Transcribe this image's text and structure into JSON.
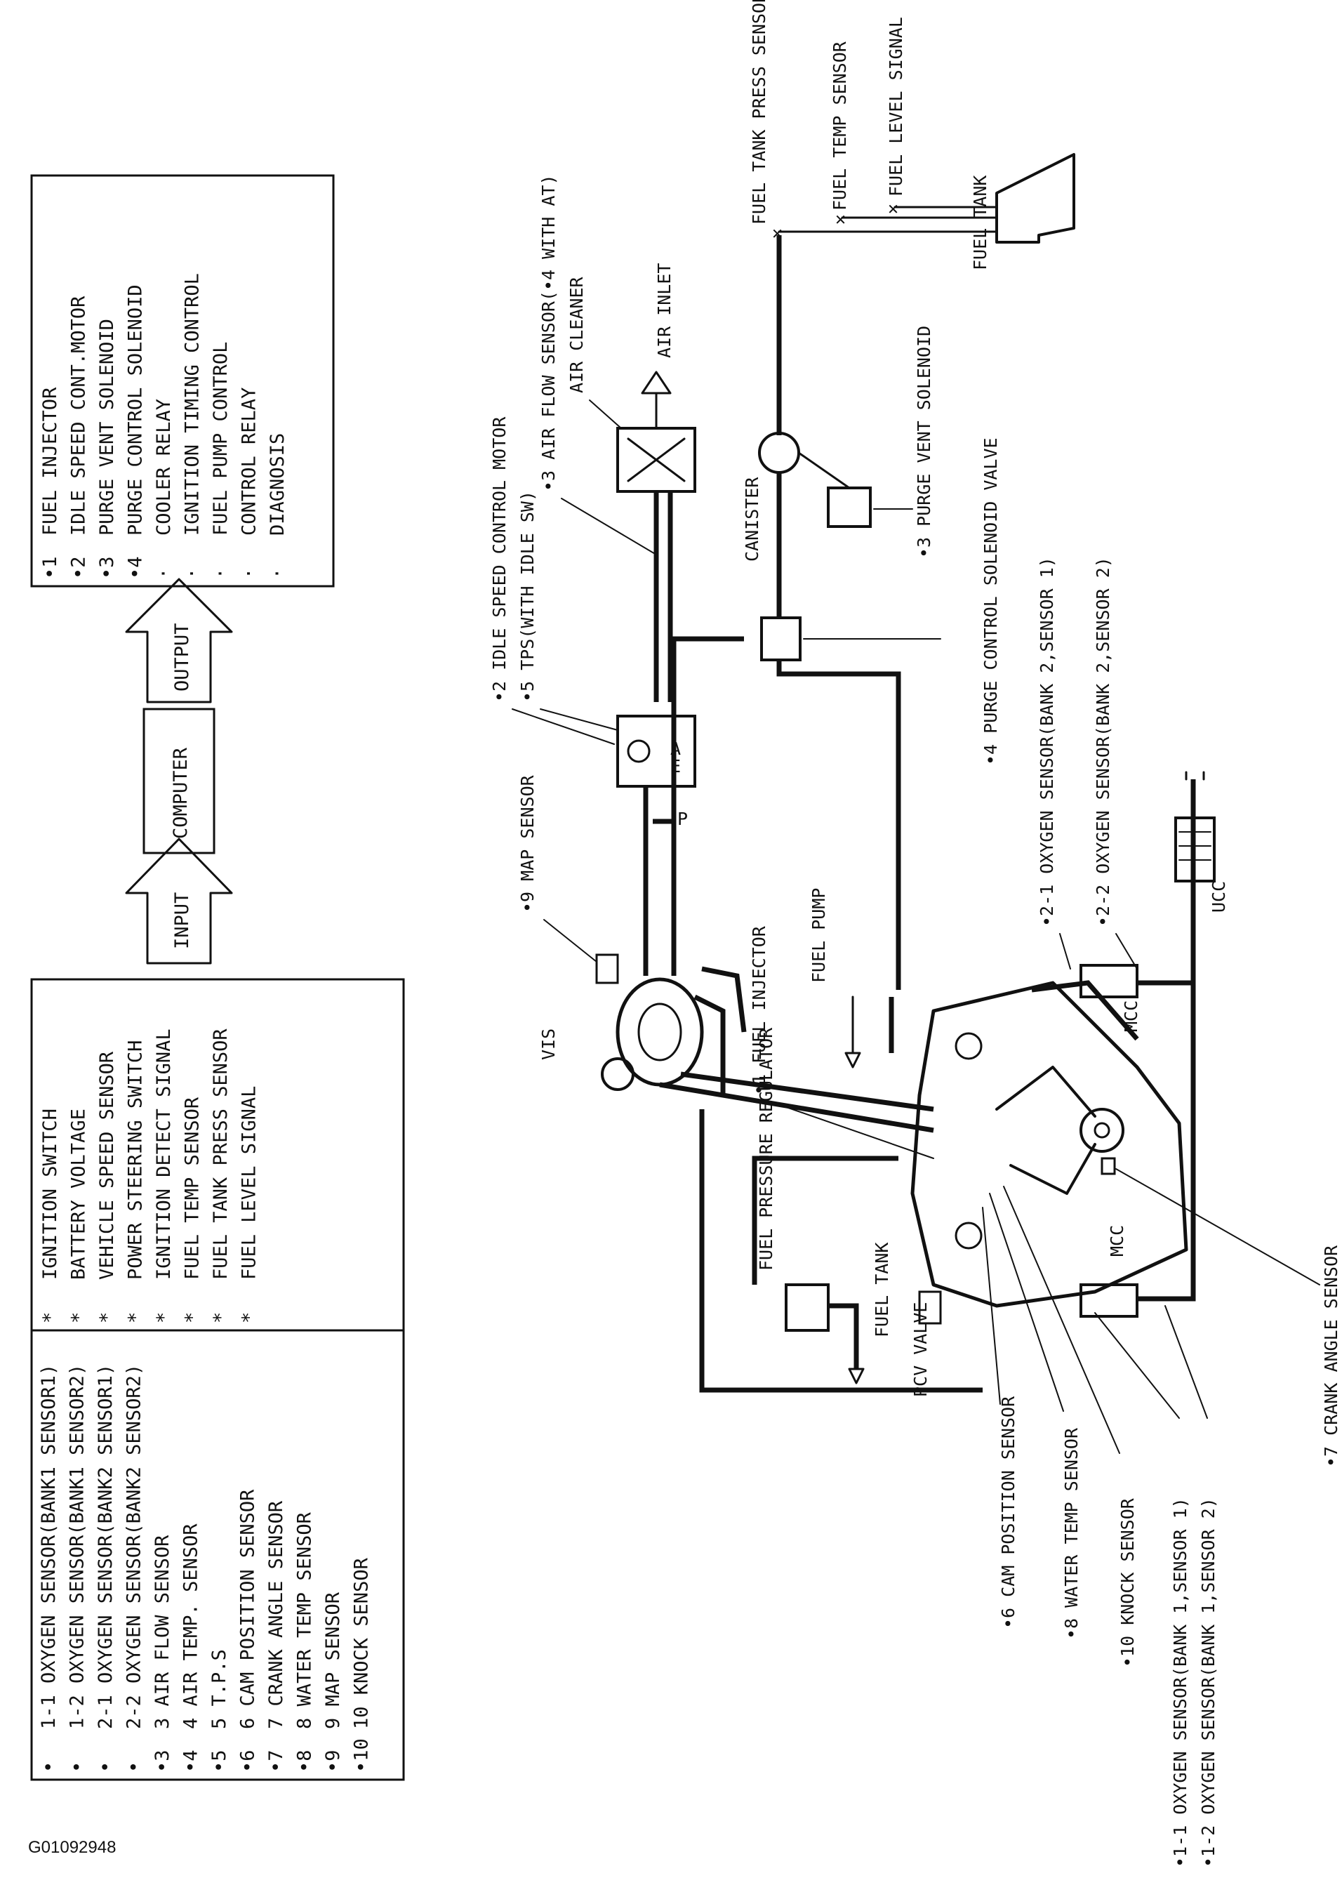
{
  "figure_id": "G01092948",
  "input_box": {
    "left_col": [
      "1-1 OXYGEN SENSOR(BANK1 SENSOR1)",
      "1-2 OXYGEN SENSOR(BANK1 SENSOR2)",
      "2-1 OXYGEN SENSOR(BANK2 SENSOR1)",
      "2-2 OXYGEN SENSOR(BANK2 SENSOR2)",
      "3 AIR FLOW SENSOR",
      "4 AIR TEMP. SENSOR",
      "5 T.P.S",
      "6 CAM POSITION SENSOR",
      "7 CRANK ANGLE SENSOR",
      "8 WATER TEMP SENSOR",
      "9 MAP SENSOR",
      "10 KNOCK SENSOR"
    ],
    "right_col": [
      "IGNITION SWITCH",
      "BATTERY VOLTAGE",
      "VEHICLE SPEED SENSOR",
      "POWER STEERING SWITCH",
      "IGNITION DETECT SIGNAL",
      "FUEL TEMP SENSOR",
      "FUEL TANK PRESS SENSOR",
      "FUEL LEVEL SIGNAL"
    ]
  },
  "flow": {
    "input": "INPUT",
    "computer": "COMPUTER",
    "output": "OUTPUT"
  },
  "output_box": [
    "FUEL INJECTOR",
    "IDLE SPEED CONT.MOTOR",
    "PURGE VENT SOLENOID",
    "PURGE CONTROL SOLENOID",
    "COOLER RELAY",
    "IGNITION TIMING CONTROL",
    "FUEL PUMP CONTROL",
    "CONTROL RELAY",
    "DIAGNOSIS"
  ],
  "output_marks": [
    "•1",
    "•2",
    "•3",
    "•4",
    "·",
    "·",
    "·",
    "·",
    "·"
  ],
  "input_marks": [
    "•",
    "•",
    "•",
    "•",
    "•3",
    "•4",
    "•5",
    "•6",
    "•7",
    "•8",
    "•9",
    "•10"
  ],
  "labels": {
    "fuel_tank_press": "FUEL TANK PRESS SENSOR",
    "fuel_temp": "FUEL TEMP SENSOR",
    "fuel_level": "FUEL LEVEL SIGNAL",
    "fuel_tank_top": "FUEL TANK",
    "air_flow": "•3 AIR FLOW SENSOR(•4 WITH AT)",
    "air_cleaner": "AIR CLEANER",
    "air_inlet": "AIR INLET",
    "idle_motor": "•2 IDLE SPEED CONTROL MOTOR",
    "tps": "•5 TPS(WITH IDLE SW)",
    "canister": "CANISTER",
    "purge_vent": "•3 PURGE VENT SOLENOID",
    "purge_control": "•4 PURGE CONTROL SOLENOID VALVE",
    "o2_21": "•2-1 OXYGEN SENSOR(BANK 2,SENSOR 1)",
    "o2_22": "•2-2 OXYGEN SENSOR(BANK 2,SENSOR 2)",
    "map": "•9 MAP SENSOR",
    "vis": "VIS",
    "fuel_injector": "•1 FUEL INJECTOR",
    "fuel_pump": "FUEL PUMP",
    "mcc_top": "MCC",
    "mcc_bottom": "MCC",
    "ucc": "UCC",
    "a_mark": "A",
    "e_mark": "E",
    "p_mark": "P",
    "fuel_pressure": "FUEL PRESSURE REGULATOR",
    "fuel_tank_mid": "FUEL TANK",
    "pcv": "PCV VALVE",
    "crank": "•7 CRANK ANGLE SENSOR",
    "cam": "•6 CAM POSITION SENSOR",
    "water": "•8 WATER TEMP SENSOR",
    "knock": "•10 KNOCK SENSOR",
    "o2_11": "•1-1 OXYGEN SENSOR(BANK 1,SENSOR 1)",
    "o2_12": "•1-2 OXYGEN SENSOR(BANK 1,SENSOR 2)"
  }
}
